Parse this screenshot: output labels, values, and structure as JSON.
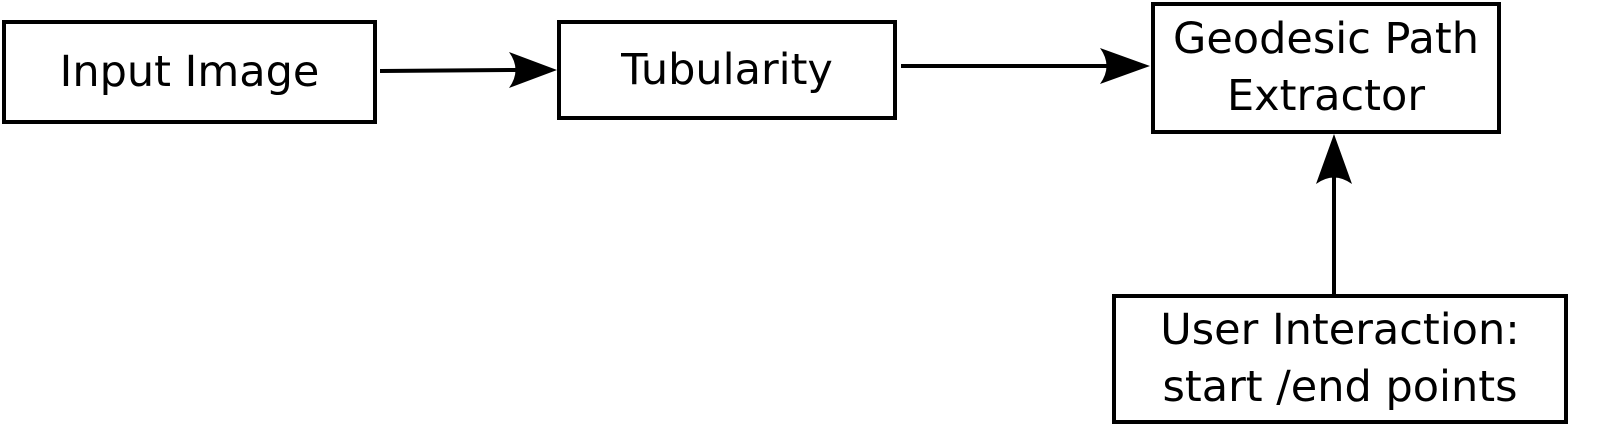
{
  "nodes": {
    "input_image": {
      "lines": [
        "Input Image"
      ]
    },
    "tubularity": {
      "lines": [
        "Tubularity"
      ]
    },
    "geodesic_path_extractor": {
      "lines": [
        "Geodesic Path",
        "Extractor"
      ]
    },
    "user_interaction": {
      "lines": [
        "User Interaction:",
        "start /end points"
      ]
    }
  },
  "edges": [
    {
      "from": "input_image",
      "to": "tubularity"
    },
    {
      "from": "tubularity",
      "to": "geodesic_path_extractor"
    },
    {
      "from": "user_interaction",
      "to": "geodesic_path_extractor"
    }
  ],
  "colors": {
    "stroke": "#000000",
    "fill": "#ffffff",
    "text": "#000000"
  }
}
